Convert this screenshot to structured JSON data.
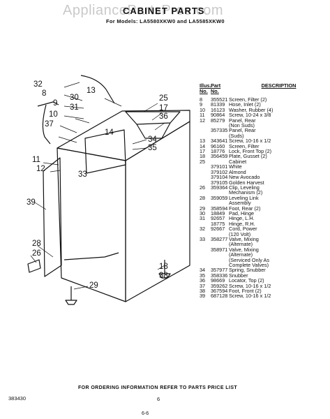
{
  "watermark": "AppliancePartsPros.com",
  "title": "CABINET PARTS",
  "subtitle": "For Models: LA5580XKW0 and LA5585XKW0",
  "table": {
    "headers": [
      "Illus. No.",
      "Part No.",
      "DESCRIPTION"
    ],
    "rows": [
      [
        "8",
        "355521",
        "Screen, Filter (2)"
      ],
      [
        "9",
        "81339",
        "Hose, Inlet (2)"
      ],
      [
        "10",
        "16123",
        "Washer, Rubber (4)"
      ],
      [
        "11",
        "90864",
        "Screw, 10-24 x 3/8"
      ],
      [
        "12",
        "85279",
        "Panel, Rear"
      ],
      [
        "",
        "",
        "(Non Suds)"
      ],
      [
        "",
        "357335",
        "Panel, Rear"
      ],
      [
        "",
        "",
        "(Suds)"
      ],
      [
        "13",
        "343641",
        "Screw, 10-16 x 1/2"
      ],
      [
        "14",
        "96160",
        "Screen, Filter"
      ],
      [
        "17",
        "18776",
        "Lock, Front Top (2)"
      ],
      [
        "18",
        "356459",
        "Plate, Gusset (2)"
      ],
      [
        "25",
        "",
        "Cabinet"
      ],
      [
        "",
        "379101",
        "White"
      ],
      [
        "",
        "379102",
        "Almond"
      ],
      [
        "",
        "379104",
        "New Avocado"
      ],
      [
        "",
        "379105",
        "Golden Harvest"
      ],
      [
        "26",
        "359364",
        "Clip, Leveling"
      ],
      [
        "",
        "",
        "Mechanism (2)"
      ],
      [
        "28",
        "359059",
        "Leveling Link"
      ],
      [
        "",
        "",
        "Assembly"
      ],
      [
        "29",
        "358594",
        "Foot, Rear (2)"
      ],
      [
        "30",
        "18849",
        "Pad, Hinge"
      ],
      [
        "31",
        "92657",
        "Hinge, L.H."
      ],
      [
        "",
        "18775",
        "Hinge, R.H."
      ],
      [
        "32",
        "92667",
        "Cord, Power"
      ],
      [
        "",
        "",
        "(120 Volt)"
      ],
      [
        "33",
        "358277",
        "Valve, Mixing"
      ],
      [
        "",
        "",
        "(Alternate)"
      ],
      [
        "",
        "358971",
        "Valve, Mixing"
      ],
      [
        "",
        "",
        "(Alternate)"
      ],
      [
        "",
        "",
        "(Serviced Only As"
      ],
      [
        "",
        "",
        "Complete Valves)"
      ],
      [
        "34",
        "357977",
        "Spring, Snubber"
      ],
      [
        "35",
        "358336",
        "Snubber"
      ],
      [
        "36",
        "98669",
        "Locator, Top (2)"
      ],
      [
        "37",
        "359262",
        "Screw, 10-16 x 1/2"
      ],
      [
        "38",
        "367594",
        "Foot, Front (2)"
      ],
      [
        "39",
        "687128",
        "Screw, 10-16 x 1/2"
      ]
    ]
  },
  "callouts": [
    "32",
    "8",
    "9",
    "13",
    "30",
    "31",
    "10",
    "37",
    "11",
    "12",
    "14",
    "33",
    "25",
    "17",
    "36",
    "34",
    "35",
    "39",
    "28",
    "26",
    "29",
    "18",
    "38"
  ],
  "footer": "FOR ORDERING INFORMATION REFER TO PARTS PRICE LIST",
  "doc_number": "383430",
  "page_number": "6",
  "mark": "6-6"
}
